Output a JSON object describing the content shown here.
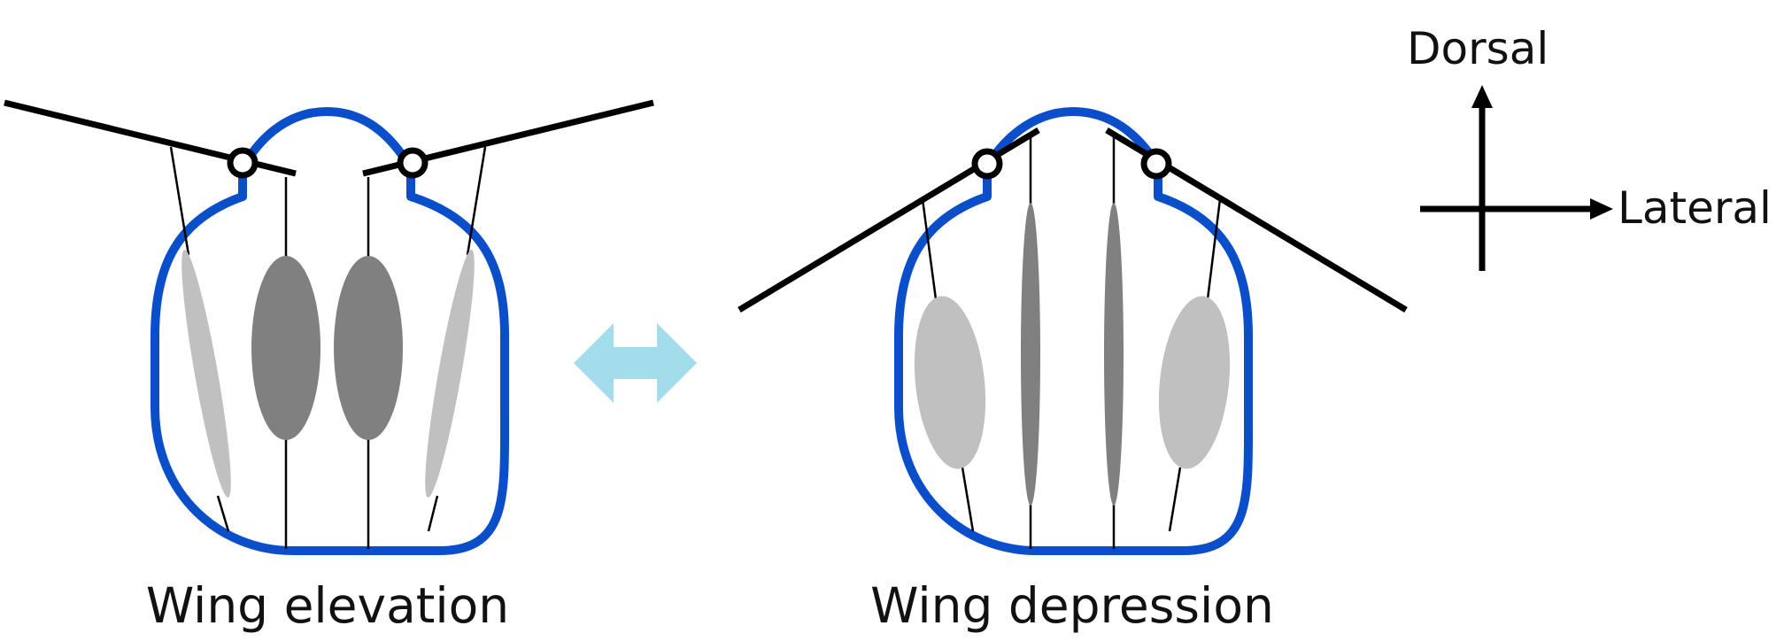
{
  "labels": {
    "elevation": "Wing elevation",
    "depression": "Wing depression",
    "dorsal": "Dorsal",
    "lateral": "Lateral"
  },
  "colors": {
    "thorax_outline": "#0a4fc9",
    "wing": "#000000",
    "muscle_contracted": "#808080",
    "muscle_relaxed": "#c0c0c0",
    "double_arrow": "#a3dcea",
    "tendon": "#000000"
  },
  "icons": {
    "transition": "double-arrow-horizontal",
    "axes": "orientation-cross"
  }
}
